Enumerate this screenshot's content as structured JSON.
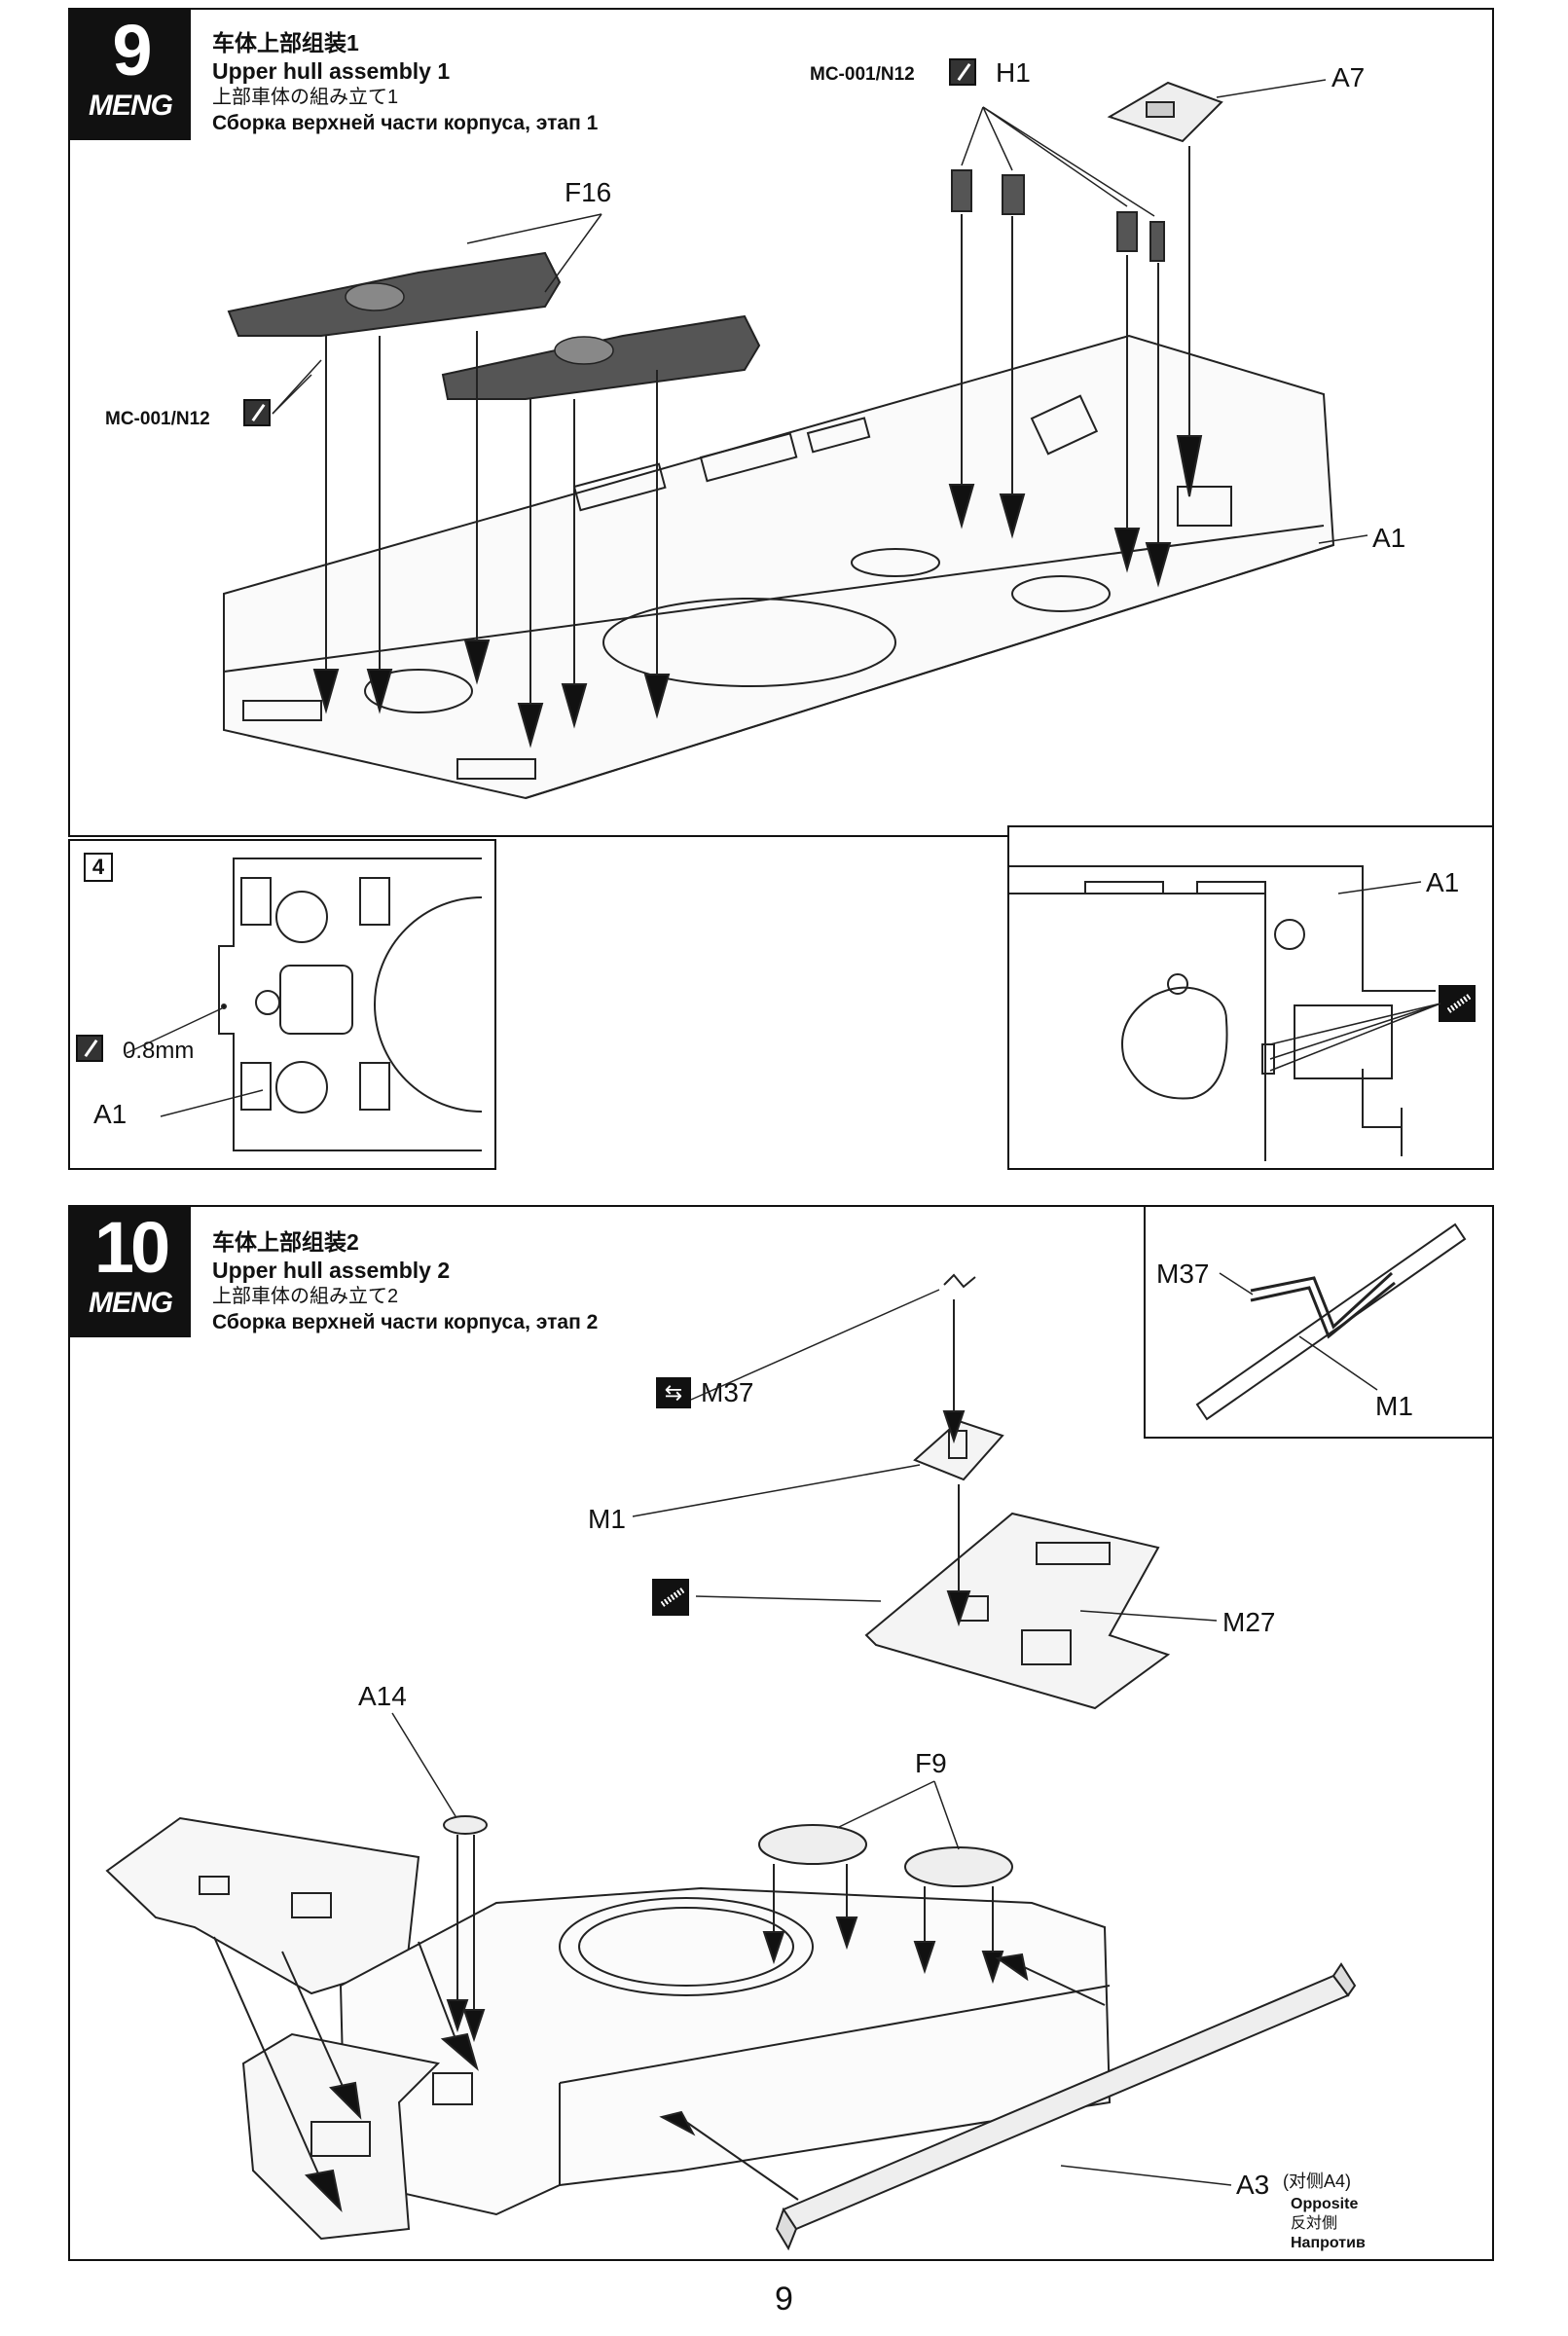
{
  "step9": {
    "number": "9",
    "brand": "MENG",
    "title_zh": "车体上部组装1",
    "title_en": "Upper hull assembly 1",
    "title_ja": "上部車体の組み立て1",
    "title_ru": "Сборка верхней части корпуса, этап 1",
    "paint_code_top": "MC-001/N12",
    "paint_code_left": "MC-001/N12",
    "parts": {
      "h1": "H1",
      "a7": "A7",
      "f16": "F16",
      "a1": "A1"
    },
    "inset_left": {
      "number": "4",
      "drill_size": "0.8mm",
      "part": "A1"
    },
    "inset_right": {
      "part": "A1"
    }
  },
  "step10": {
    "number": "10",
    "brand": "MENG",
    "title_zh": "车体上部组装2",
    "title_en": "Upper hull assembly 2",
    "title_ja": "上部車体の組み立て2",
    "title_ru": "Сборка верхней части корпуса, этап 2",
    "parts": {
      "m37": "M37",
      "m1": "M1",
      "m27": "M27",
      "a14": "A14",
      "f9": "F9",
      "a3": "A3"
    },
    "a3_opposite_zh": "(对侧A4)",
    "a3_opposite_en": "Opposite",
    "a3_opposite_ja": "反対側",
    "a3_opposite_ru": "Напротив",
    "inset": {
      "m37": "M37",
      "m1": "M1"
    }
  },
  "page_number": "9",
  "icons": [
    "paint-brush-icon",
    "file-cut-icon",
    "swap-icon",
    "drill-icon"
  ]
}
